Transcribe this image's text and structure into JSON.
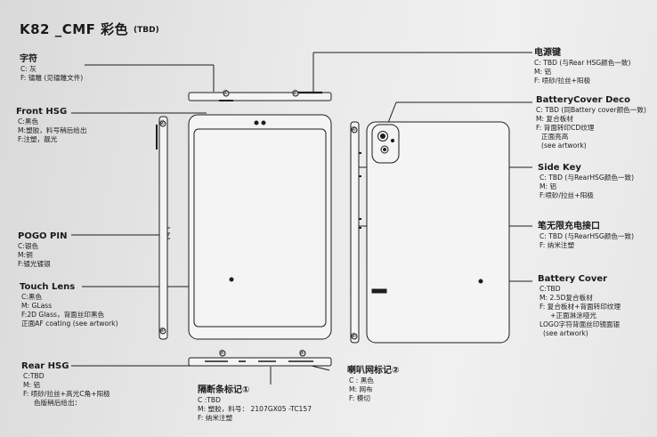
{
  "title": {
    "main": "K82 _CMF 彩色",
    "tbd": "(TBD)"
  },
  "callouts": {
    "font": {
      "heading": "字符",
      "lines": [
        "C: 灰",
        "F: 镭雕 (见镭雕文件)"
      ]
    },
    "front_hsg": {
      "heading": "Front HSG",
      "lines": [
        "C:黑色",
        "M:塑胶，料号稍后给出",
        "F:注塑，靓光"
      ]
    },
    "pogo_pin": {
      "heading": "POGO PIN",
      "lines": [
        "C:银色",
        "M:铜",
        "F:镀光镀银"
      ]
    },
    "touch_lens": {
      "heading": "Touch Lens",
      "lines": [
        "C:黑色",
        "M: GLass",
        "F:2D Glass，背面丝印黑色",
        "正面AF coating (see artwork)"
      ]
    },
    "rear_hsg": {
      "heading": "Rear HSG",
      "lines": [
        "C:TBD",
        "M: 铝",
        "F: 喷砂/拉丝+高光C角+阳极",
        "色版稍后给出："
      ]
    },
    "divider_mark": {
      "heading": "隔断条标记①",
      "lines": [
        "C :TBD",
        "M: 塑胶，料号： 2107GX05 -TC157",
        "F: 纳米注塑"
      ]
    },
    "speaker_mesh": {
      "heading": "喇叭网标记②",
      "lines": [
        "C : 黑色",
        "M: 网布",
        "F: 模切"
      ]
    },
    "power_key": {
      "heading": "电源键",
      "lines": [
        "C: TBD (与Rear HSG颜色一致)",
        "M: 铝",
        "F: 喷砂/拉丝+阳极"
      ]
    },
    "battery_cover_deco": {
      "heading": "BatteryCover Deco",
      "lines": [
        "C: TBD (同Battery cover颜色一致)",
        "M: 复合板材",
        "F: 背面转印CD纹理",
        "正面亮高",
        "(see artwork)"
      ]
    },
    "side_key": {
      "heading": "Side Key",
      "lines": [
        "C: TBD (与RearHSG颜色一致)",
        "M: 铝",
        "F:喷砂/拉丝+阳极"
      ]
    },
    "charger_port": {
      "heading": "笔无限充电接口",
      "lines": [
        "C: TBD (与RearHSG颜色一致)",
        "F: 纳米注塑"
      ]
    },
    "battery_cover": {
      "heading": "Battery Cover",
      "lines": [
        "C:TBD",
        "M: 2.5D复合板材",
        "F: 复合板材+背面转印纹理",
        "+正面淋涂哑光",
        "LOGO字符背面丝印镜面银",
        "(see artwork)"
      ]
    }
  },
  "markers": {
    "one": "①",
    "two": "②"
  },
  "colors": {
    "line": "#1d1d1d",
    "device_fill": "#f4f4f4",
    "paper": "#e9e9e9"
  }
}
